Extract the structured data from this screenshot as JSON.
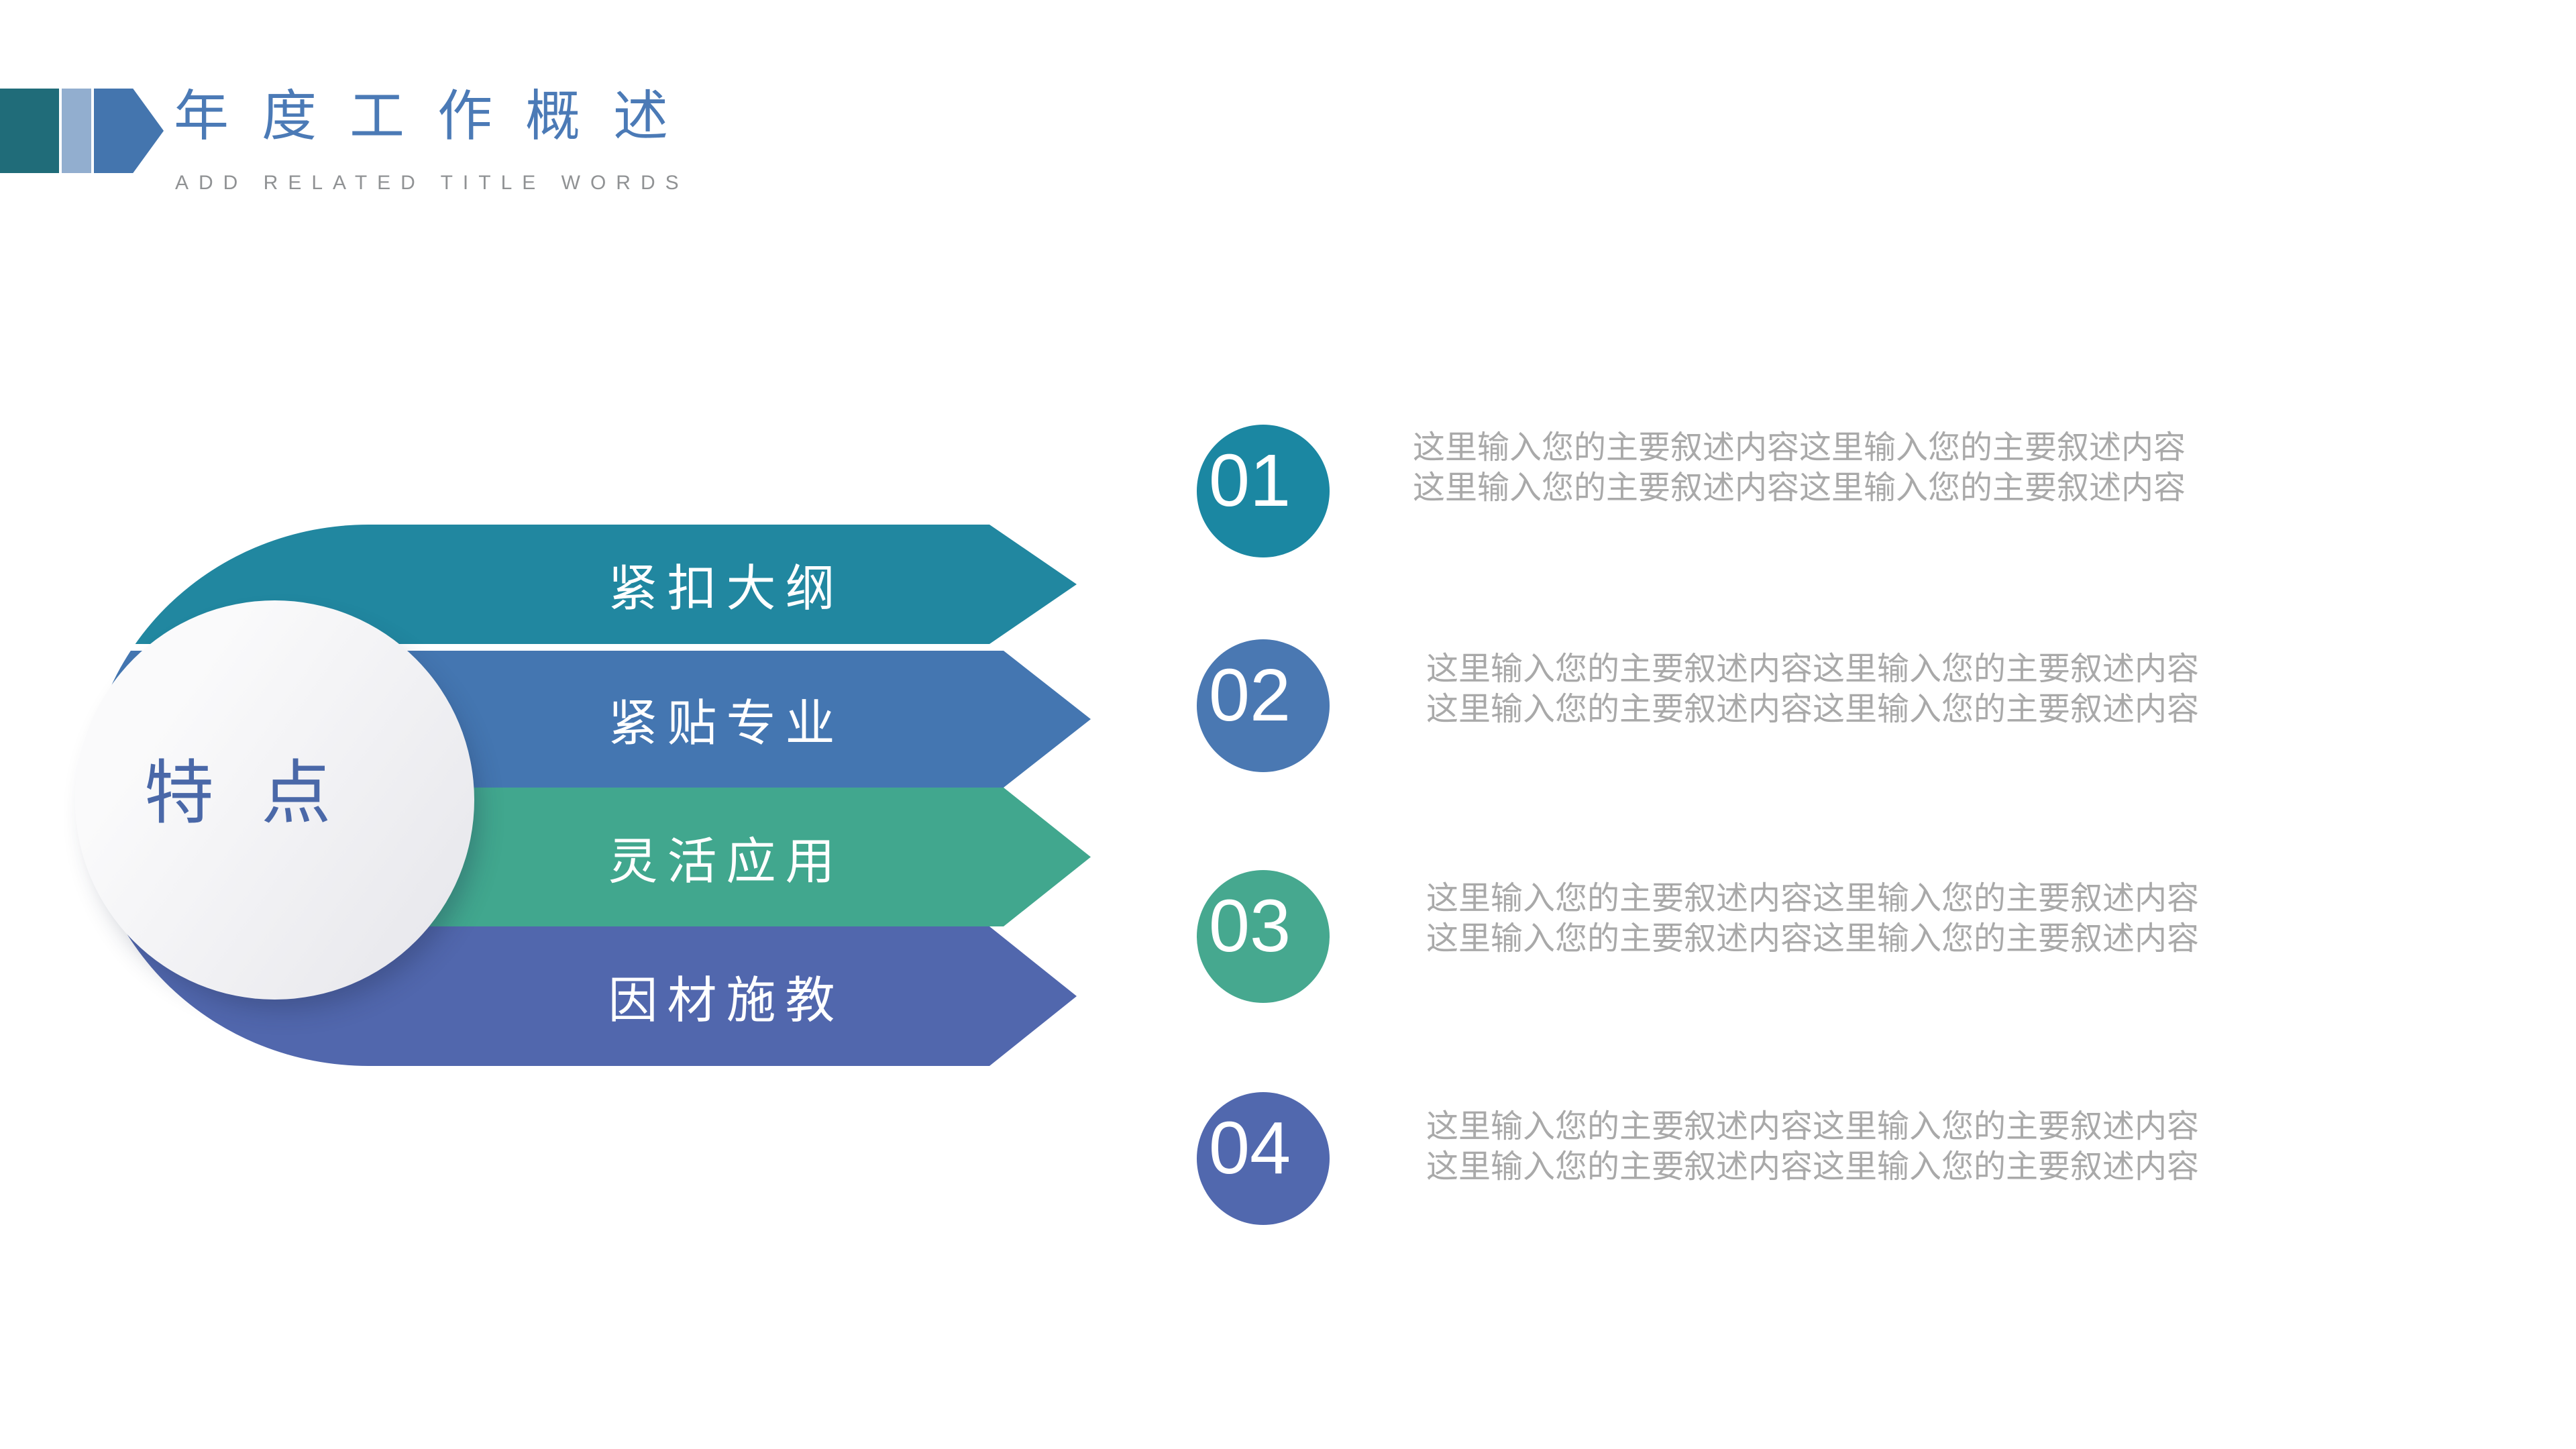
{
  "slide": {
    "header": {
      "title": "年度工作概述",
      "subtitle": "ADD RELATED TITLE WORDS",
      "title_color": "#4B7AB6",
      "subtitle_color": "#909294",
      "marker": {
        "teal": "#206C79",
        "light_blue": "#92AECF",
        "arrow_blue": "#4475AE"
      }
    },
    "feature": {
      "label": "特 点",
      "label_color": "#4A68A8",
      "circle_gradient_start": "#FAFAFB",
      "circle_gradient_end": "#E5E5EA"
    },
    "banners": [
      {
        "label": "紧扣大纲",
        "color": "#2187A0"
      },
      {
        "label": "紧贴专业",
        "color": "#4476B1"
      },
      {
        "label": "灵活应用",
        "color": "#41A78E"
      },
      {
        "label": "因材施教",
        "color": "#5167AD"
      }
    ],
    "items": [
      {
        "number": "01",
        "color": "#1B87A2",
        "line1": "这里输入您的主要叙述内容这里输入您的主要叙述内容",
        "line2": "这里输入您的主要叙述内容这里输入您的主要叙述内容"
      },
      {
        "number": "02",
        "color": "#4A78B2",
        "line1": "这里输入您的主要叙述内容这里输入您的主要叙述内容",
        "line2": "这里输入您的主要叙述内容这里输入您的主要叙述内容"
      },
      {
        "number": "03",
        "color": "#46A88F",
        "line1": "这里输入您的主要叙述内容这里输入您的主要叙述内容",
        "line2": "这里输入您的主要叙述内容这里输入您的主要叙述内容"
      },
      {
        "number": "04",
        "color": "#5168AE",
        "line1": "这里输入您的主要叙述内容这里输入您的主要叙述内容",
        "line2": "这里输入您的主要叙述内容这里输入您的主要叙述内容"
      }
    ],
    "text_gray": "#A9A9A9"
  }
}
